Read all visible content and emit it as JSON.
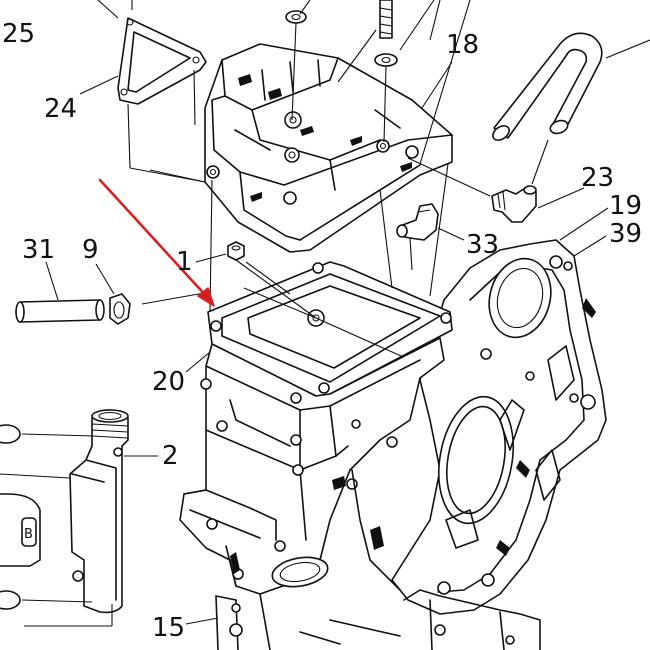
{
  "diagram": {
    "labels": [
      {
        "id": "25",
        "text": "25"
      },
      {
        "id": "24",
        "text": "24"
      },
      {
        "id": "18",
        "text": "18"
      },
      {
        "id": "23",
        "text": "23"
      },
      {
        "id": "19",
        "text": "19"
      },
      {
        "id": "39",
        "text": "39"
      },
      {
        "id": "31",
        "text": "31"
      },
      {
        "id": "9",
        "text": "9"
      },
      {
        "id": "1",
        "text": "1"
      },
      {
        "id": "33",
        "text": "33"
      },
      {
        "id": "20",
        "text": "20"
      },
      {
        "id": "2",
        "text": "2"
      },
      {
        "id": "15",
        "text": "15"
      }
    ],
    "arrow_color": "#d42020",
    "line_color": "#111111",
    "background": "#ffffff"
  }
}
